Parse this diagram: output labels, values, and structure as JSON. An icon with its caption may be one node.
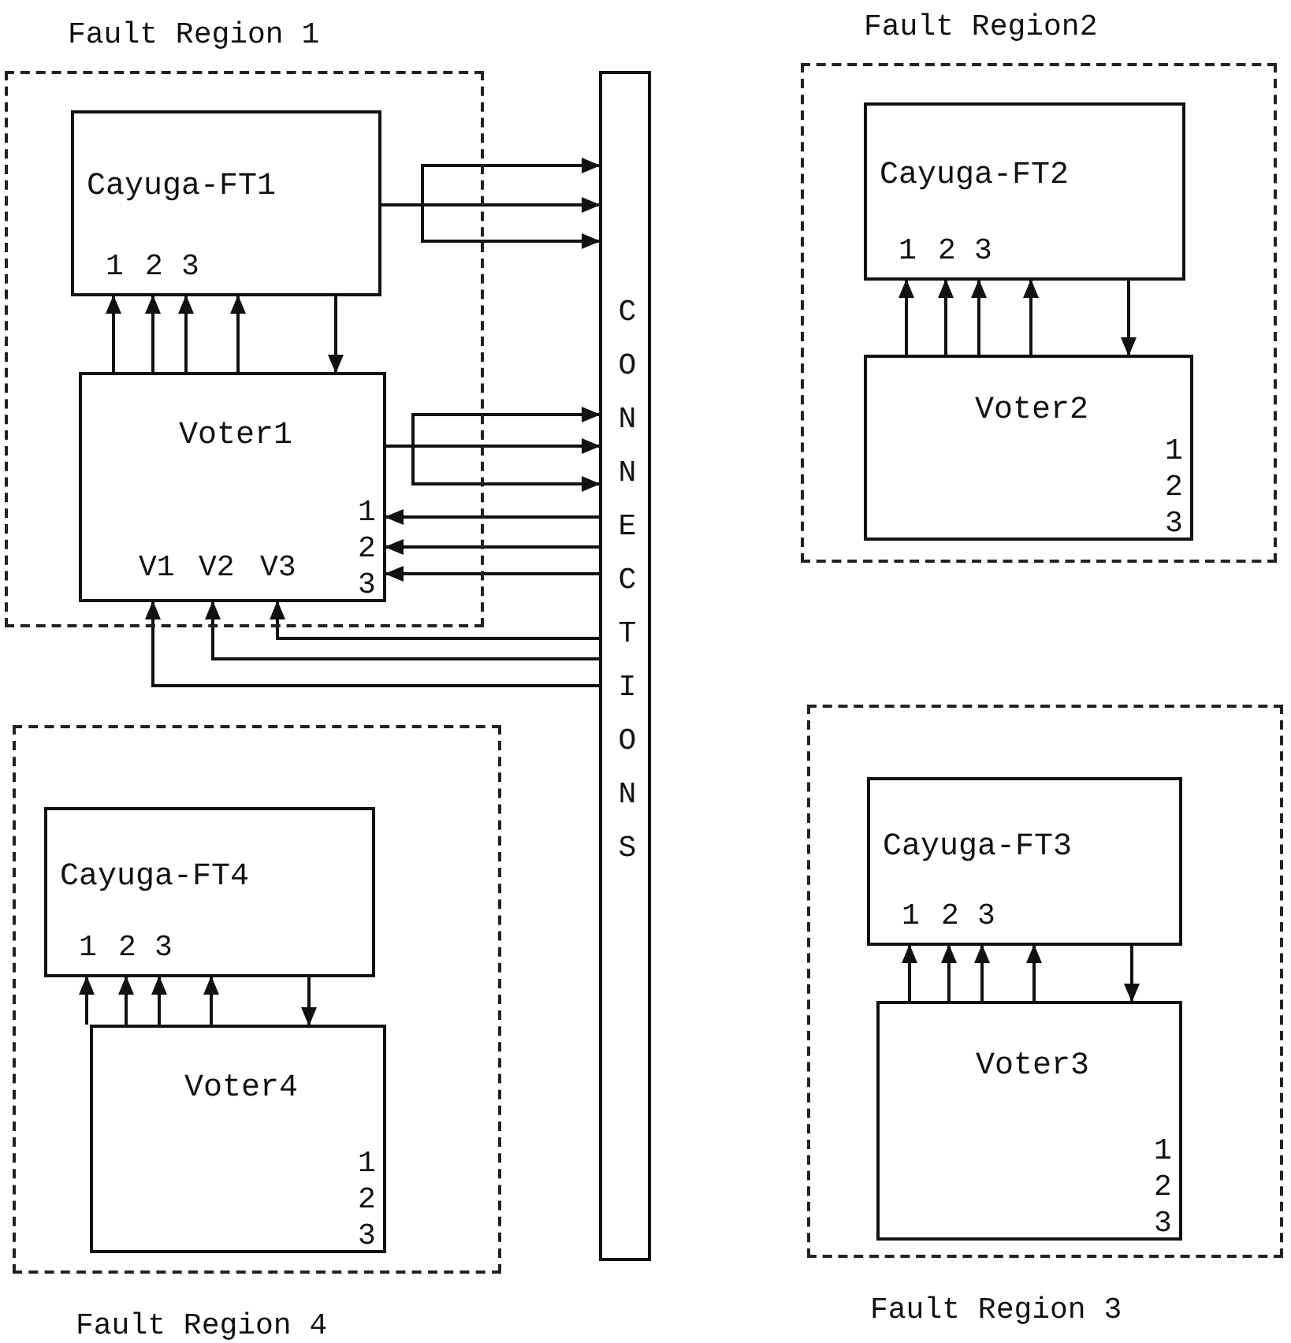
{
  "diagram": {
    "nodes": [
      {
        "text": [
          "Fault Region 1"
        ]
      },
      {
        "text": [
          "Cayuga-FT1",
          "1",
          "2",
          "3"
        ],
        "in": 0
      },
      {
        "text": [
          "Voter1",
          "1",
          "2",
          "3",
          "V1",
          "V2",
          "V3"
        ],
        "in": 0
      },
      {
        "text": [
          "CONNECTIONS"
        ]
      },
      {
        "text": [
          "Fault Region2"
        ]
      },
      {
        "text": [
          "Cayuga-FT2",
          "1",
          "2",
          "3"
        ],
        "in": 4
      },
      {
        "text": [
          "Voter2",
          "1",
          "2",
          "3"
        ],
        "in": 4
      },
      {
        "text": [
          "Fault Region 4"
        ]
      },
      {
        "text": [
          "Cayuga-FT4",
          "1",
          "2",
          "3"
        ],
        "in": 7
      },
      {
        "text": [
          "Voter4",
          "1",
          "2",
          "3"
        ],
        "in": 7
      },
      {
        "text": [
          "Fault Region 3"
        ]
      },
      {
        "text": [
          "Cayuga-FT3",
          "1",
          "2",
          "3"
        ],
        "in": 10
      },
      {
        "text": [
          "Voter3",
          "1",
          "2",
          "3"
        ],
        "in": 10
      }
    ],
    "edges": [
      {
        "from": 2,
        "to": 1,
        "arrow": "to"
      },
      {
        "from": 2,
        "to": 1,
        "arrow": "to"
      },
      {
        "from": 2,
        "to": 1,
        "arrow": "to"
      },
      {
        "from": 2,
        "to": 1,
        "arrow": "to"
      },
      {
        "from": 1,
        "to": 2,
        "arrow": "to"
      },
      {
        "from": 1,
        "to": 3,
        "arrow": "to"
      },
      {
        "from": 1,
        "to": 3,
        "arrow": "to"
      },
      {
        "from": 1,
        "to": 3,
        "arrow": "to"
      },
      {
        "from": 2,
        "to": 3,
        "arrow": "to"
      },
      {
        "from": 2,
        "to": 3,
        "arrow": "to"
      },
      {
        "from": 2,
        "to": 3,
        "arrow": "to"
      },
      {
        "from": 3,
        "to": 2,
        "arrow": "to"
      },
      {
        "from": 3,
        "to": 2,
        "arrow": "to"
      },
      {
        "from": 3,
        "to": 2,
        "arrow": "to"
      },
      {
        "from": 3,
        "to": 2,
        "arrow": "to"
      },
      {
        "from": 3,
        "to": 2,
        "arrow": "to"
      },
      {
        "from": 3,
        "to": 2,
        "arrow": "to"
      },
      {
        "from": 6,
        "to": 5,
        "arrow": "to"
      },
      {
        "from": 6,
        "to": 5,
        "arrow": "to"
      },
      {
        "from": 6,
        "to": 5,
        "arrow": "to"
      },
      {
        "from": 6,
        "to": 5,
        "arrow": "to"
      },
      {
        "from": 5,
        "to": 6,
        "arrow": "to"
      },
      {
        "from": 9,
        "to": 8,
        "arrow": "to"
      },
      {
        "from": 9,
        "to": 8,
        "arrow": "to"
      },
      {
        "from": 9,
        "to": 8,
        "arrow": "to"
      },
      {
        "from": 9,
        "to": 8,
        "arrow": "to"
      },
      {
        "from": 8,
        "to": 9,
        "arrow": "to"
      },
      {
        "from": 12,
        "to": 11,
        "arrow": "to"
      },
      {
        "from": 12,
        "to": 11,
        "arrow": "to"
      },
      {
        "from": 12,
        "to": 11,
        "arrow": "to"
      },
      {
        "from": 12,
        "to": 11,
        "arrow": "to"
      },
      {
        "from": 11,
        "to": 12,
        "arrow": "to"
      }
    ]
  }
}
